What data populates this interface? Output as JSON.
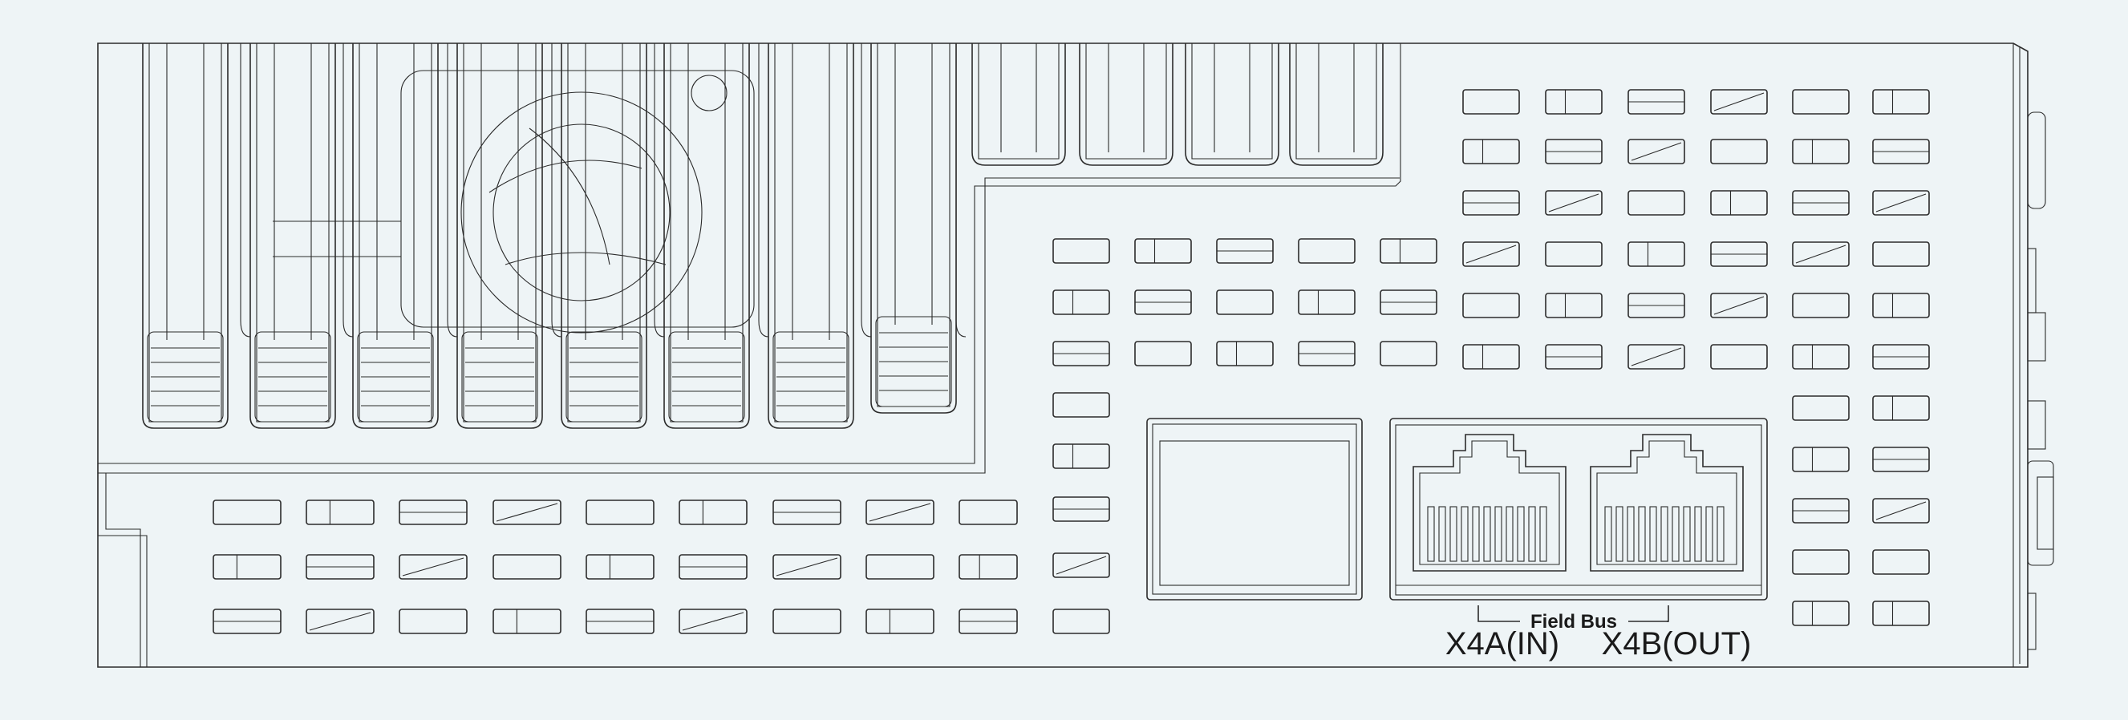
{
  "labels": {
    "field_bus": "Field Bus",
    "port_in": "X4A(IN)",
    "port_out": "X4B(OUT)"
  },
  "colors": {
    "background": "#eef4f6",
    "line": "#2b2b2b"
  }
}
